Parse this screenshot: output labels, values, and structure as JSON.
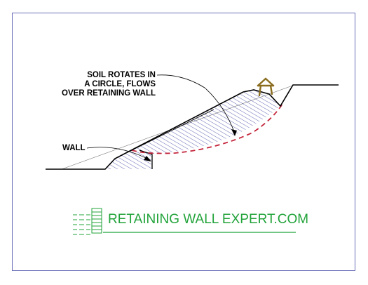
{
  "callouts": {
    "soil": [
      "SOIL ROTATES IN",
      "A CIRCLE, FLOWS",
      "OVER RETAINING WALL"
    ],
    "wall": "WALL"
  },
  "logo": {
    "text": "RETAINING WALL EXPERT.COM"
  },
  "colors": {
    "frame": "#6a6fb8",
    "hatch": "#3a3fa0",
    "slip_surface": "#c4263c",
    "gazebo": "#8a6d1e",
    "logo_green": "#22a33a",
    "ink": "#000000"
  }
}
